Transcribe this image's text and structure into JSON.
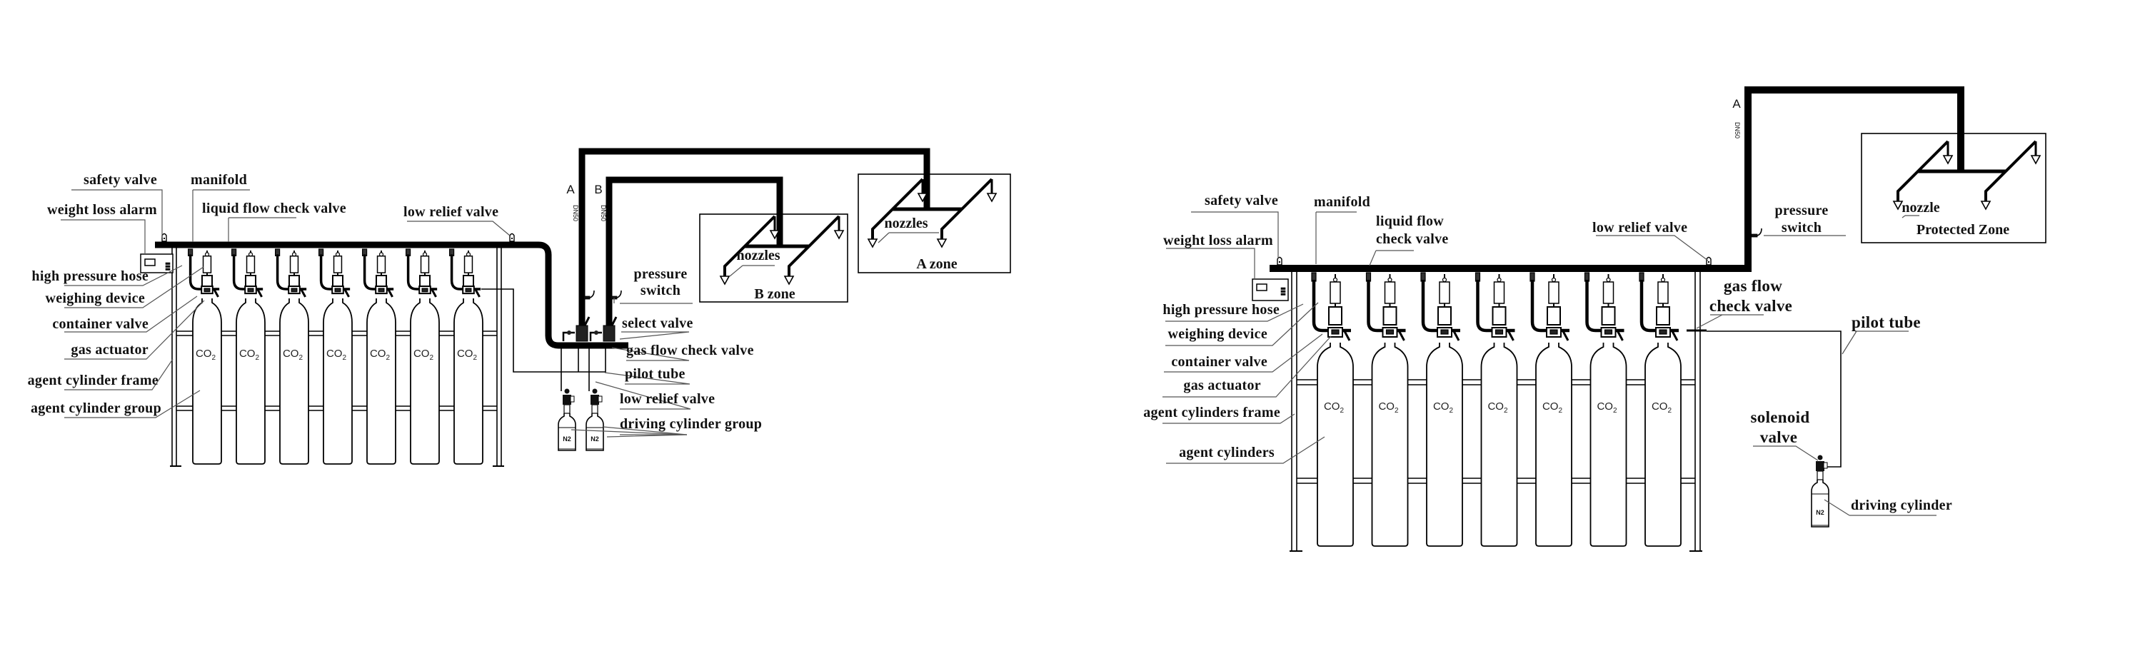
{
  "left_system": {
    "labels": {
      "safety_valve": "safety valve",
      "manifold": "manifold",
      "weight_loss_alarm": "weight loss alarm",
      "liquid_flow_check_valve": "liquid flow check valve",
      "low_relief_valve_top": "low relief valve",
      "high_pressure_hose": "high pressure hose",
      "weighing_device": "weighing device",
      "container_valve": "container valve",
      "gas_actuator": "gas actuator",
      "agent_cylinder_frame": "agent cylinder frame",
      "agent_cylinder_group": "agent cylinder group",
      "pressure_switch_line1": "pressure",
      "pressure_switch_line2": "switch",
      "select_valve": "select valve",
      "gas_flow_check_valve": "gas flow check valve",
      "pilot_tube": "pilot tube",
      "low_relief_valve_bottom": "low relief valve",
      "driving_cylinder_group": "driving cylinder group"
    },
    "pipe_tags": [
      {
        "letter": "A",
        "size": "DN50"
      },
      {
        "letter": "B",
        "size": "DN50"
      }
    ],
    "zones": [
      {
        "name": "B zone",
        "nozzle_label": "nozzles"
      },
      {
        "name": "A zone",
        "nozzle_label": "nozzles"
      }
    ],
    "agent_cylinders": {
      "count": 7,
      "agent": "CO",
      "agent_sub": "2"
    },
    "driving_cylinders": {
      "count": 2,
      "gas": "N2"
    }
  },
  "right_system": {
    "labels": {
      "safety_valve": "safety valve",
      "manifold": "manifold",
      "weight_loss_alarm": "weight loss alarm",
      "liquid_flow_line1": "liquid flow",
      "liquid_flow_line2": "check valve",
      "low_relief_valve": "low relief valve",
      "pressure_switch_line1": "pressure",
      "pressure_switch_line2": "switch",
      "high_pressure_hose": "high pressure hose",
      "weighing_device": "weighing device",
      "container_valve": "container valve",
      "gas_actuator": "gas actuator",
      "agent_cylinders_frame": "agent cylinders frame",
      "agent_cylinders": "agent cylinders",
      "gas_flow_line1": "gas flow",
      "gas_flow_line2": "check valve",
      "pilot_tube": "pilot tube",
      "solenoid_line1": "solenoid",
      "solenoid_line2": "valve",
      "driving_cylinder": "driving cylinder"
    },
    "pipe_tags": [
      {
        "letter": "A",
        "size": "DN50"
      }
    ],
    "zones": [
      {
        "name": "Protected Zone",
        "nozzle_label": "nozzle"
      }
    ],
    "agent_cylinders": {
      "count": 7,
      "agent": "CO",
      "agent_sub": "2"
    },
    "driving_cylinders": {
      "count": 1,
      "gas": "N2"
    }
  },
  "colors": {
    "line": "#000000",
    "leader": "#555555",
    "background": "#ffffff"
  }
}
